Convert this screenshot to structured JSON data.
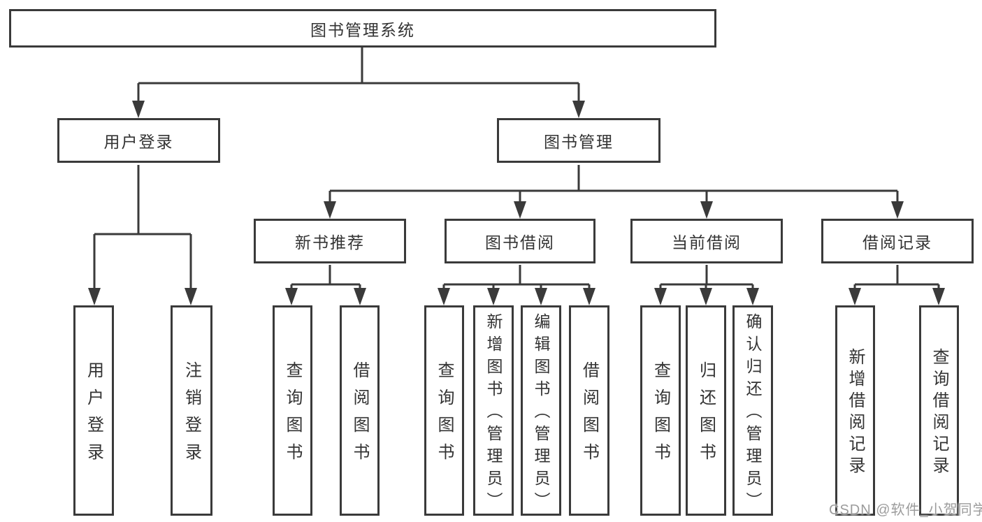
{
  "diagram": {
    "root": {
      "label": "图书管理系统"
    },
    "level2": [
      {
        "label": "用户登录"
      },
      {
        "label": "图书管理"
      }
    ],
    "level3": [
      {
        "label": "新书推荐"
      },
      {
        "label": "图书借阅"
      },
      {
        "label": "当前借阅"
      },
      {
        "label": "借阅记录"
      }
    ],
    "leaves": {
      "user_login": [
        {
          "label": "用户登录"
        },
        {
          "label": "注销登录"
        }
      ],
      "new_book": [
        {
          "label": "查询图书"
        },
        {
          "label": "借阅图书"
        }
      ],
      "book_borrow": [
        {
          "label": "查询图书"
        },
        {
          "label": "新增图书（管理员）"
        },
        {
          "label": "编辑图书（管理员）"
        },
        {
          "label": "借阅图书"
        }
      ],
      "current_borrow": [
        {
          "label": "查询图书"
        },
        {
          "label": "归还图书"
        },
        {
          "label": "确认归还（管理员）"
        }
      ],
      "borrow_records": [
        {
          "label": "新增借阅记录"
        },
        {
          "label": "查询借阅记录"
        }
      ]
    }
  },
  "watermark": {
    "text": "CSDN @软件_小贺同学"
  },
  "colors": {
    "line": "#3a3a3a",
    "text": "#333333",
    "background": "#ffffff",
    "watermark": "#9c9c9c"
  }
}
